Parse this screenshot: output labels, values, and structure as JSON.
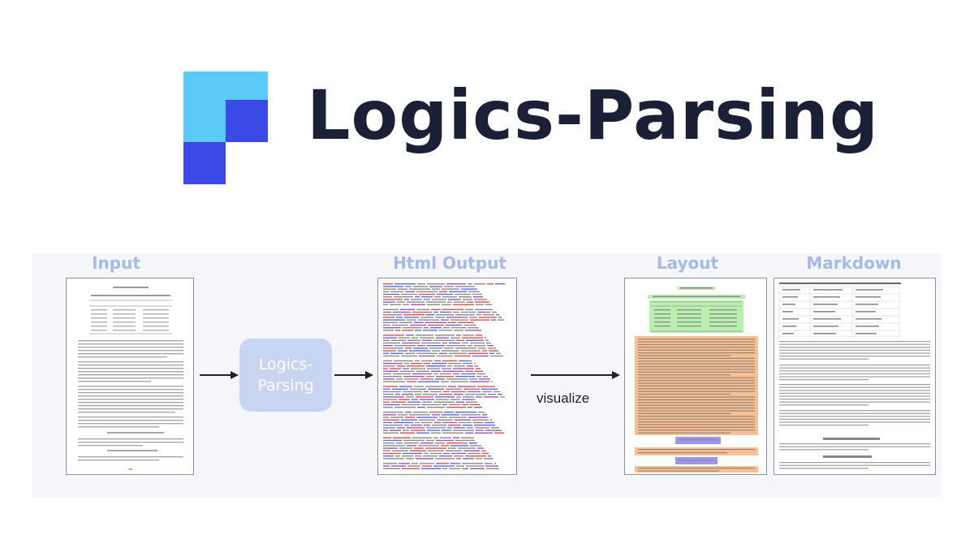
{
  "logo": {
    "title": "Logics-Parsing",
    "colors": {
      "light": "#5ccaf7",
      "dark": "#3b49e6",
      "text": "#1b2037"
    }
  },
  "pipeline": {
    "labels": {
      "input": "Input",
      "html_output": "Html Output",
      "layout": "Layout",
      "markdown": "Markdown"
    },
    "engine": {
      "line1": "Logics-",
      "line2": "Parsing"
    },
    "visualize": "visualize",
    "colors": {
      "label": "#a9b9e6",
      "engine_box": "#c7d4f2",
      "band": "#f5f6fa",
      "layout_green": "#b9f0b0",
      "layout_orange": "#f6bf95",
      "layout_blue": "#9b96f2"
    }
  }
}
